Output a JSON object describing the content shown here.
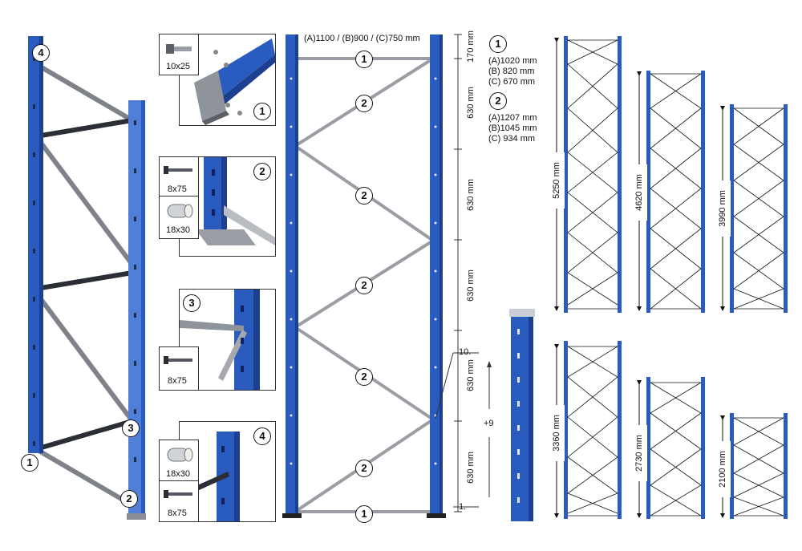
{
  "frame_numbers": {
    "top": "4",
    "bottom_left": "1",
    "mid_right": "3",
    "bottom_right": "2"
  },
  "panels": [
    {
      "num": "1",
      "bolt": "10x25"
    },
    {
      "num": "2",
      "bolt": "8x75",
      "tube": "18x30"
    },
    {
      "num": "3",
      "bolt": "8x75"
    },
    {
      "num": "4",
      "tube": "18x30",
      "bolt": "8x75"
    }
  ],
  "center": {
    "top_label": "(A)1100 / (B)900 / (C)750 mm",
    "segments": [
      "170 mm",
      "630 mm",
      "630 mm",
      "630 mm",
      "630 mm",
      "630 mm"
    ],
    "brace_labels": [
      "1",
      "2",
      "2",
      "2",
      "2",
      "2",
      "1"
    ]
  },
  "upright": {
    "top_hole": "10.",
    "step": "+9",
    "bottom_hole": "1."
  },
  "legend": {
    "item1": {
      "num": "1",
      "lines": [
        "(A)1020 mm",
        "(B)  820 mm",
        "(C)  670 mm"
      ]
    },
    "item2": {
      "num": "2",
      "lines": [
        "(A)1207 mm",
        "(B)1045 mm",
        "(C)  934 mm"
      ]
    }
  },
  "heights": [
    "5250 mm",
    "4620 mm",
    "3990 mm",
    "3360 mm",
    "2730 mm",
    "2100 mm"
  ],
  "colors": {
    "blue": "#2a5bbf",
    "blue_dark": "#1c3f8f",
    "gray": "#9a9ea4"
  }
}
